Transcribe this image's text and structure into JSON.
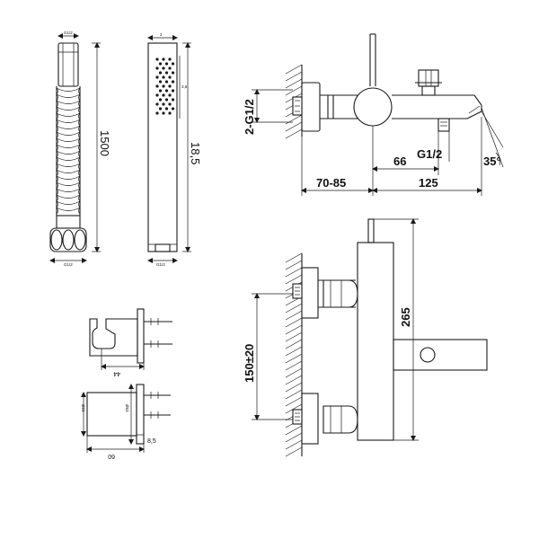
{
  "hose": {
    "length_label": "1500",
    "top_thread_label": "G1/2",
    "bottom_thread_label": "G1/2"
  },
  "hand_shower": {
    "length_label": "18,5",
    "top_label": "2",
    "side_label": "3,5",
    "bottom_label": "G1/2"
  },
  "bracket": {
    "depth_label": "44"
  },
  "wall_outlet": {
    "outer_dia_label": "Ø28",
    "inner_dia_label": "Ø53",
    "depth_label": "60",
    "offset_label": "8,5"
  },
  "mixer_top": {
    "inlet_label": "2-G1/2",
    "outlet_label": "G1/2",
    "angle_label": "35°",
    "offset_label": "66",
    "wall_range_label": "70-85",
    "spout_label": "125"
  },
  "mixer_front": {
    "center_distance_label": "150±20",
    "height_label": "265"
  }
}
